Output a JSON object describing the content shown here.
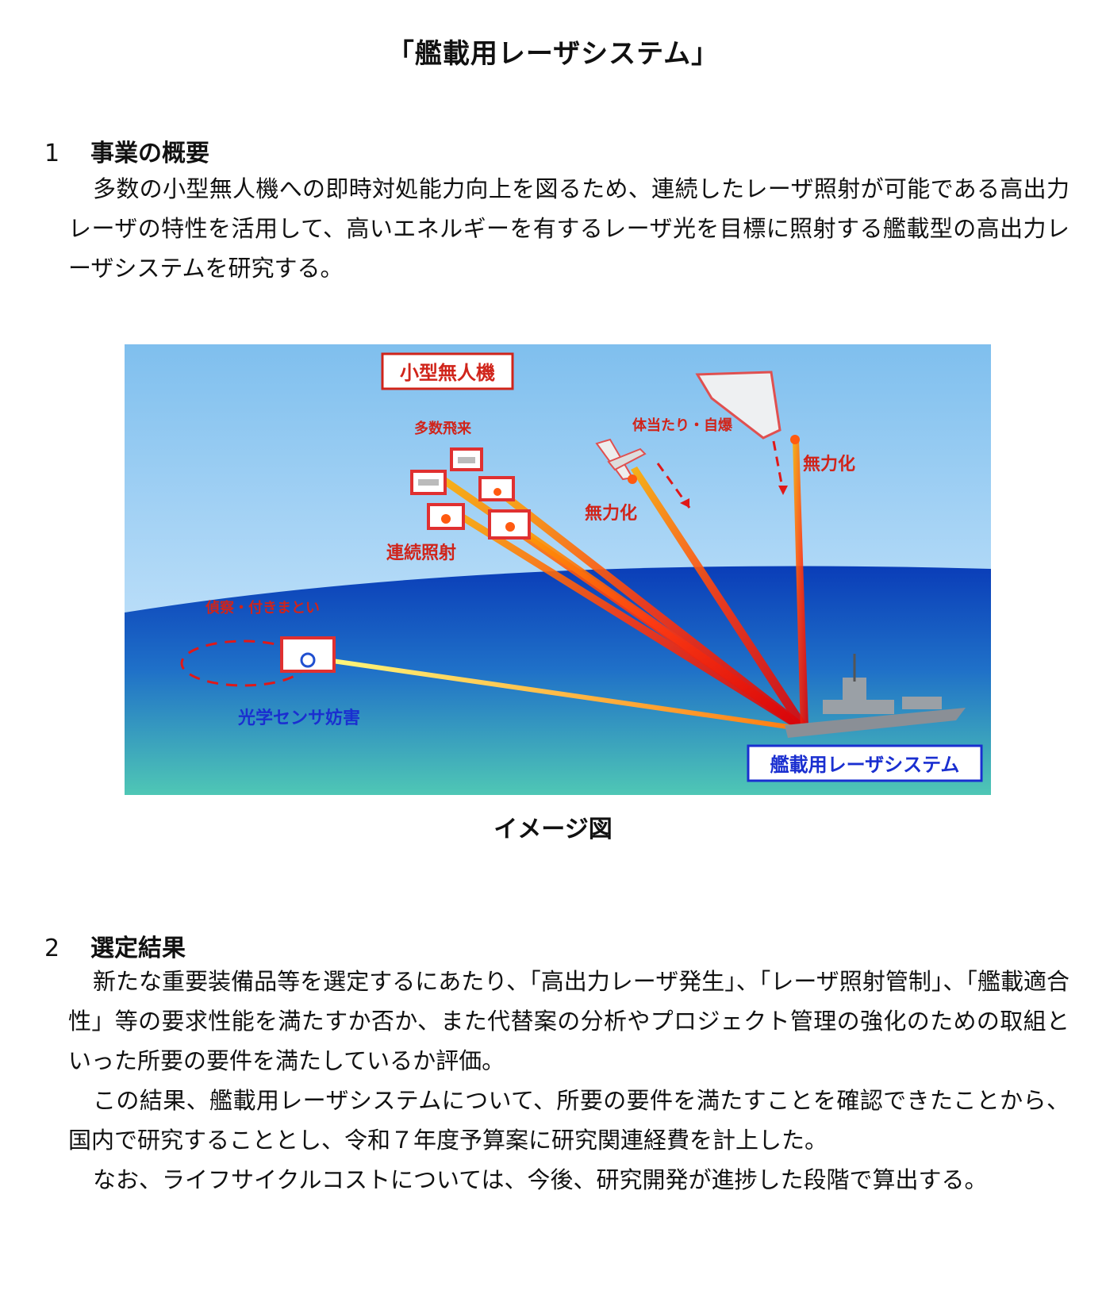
{
  "title": "「艦載用レーザシステム」",
  "section1": {
    "number": "1",
    "heading": "事業の概要",
    "paragraph": "多数の小型無人機への即時対処能力向上を図るため、連続したレーザ照射が可能である高出力レーザの特性を活用して、高いエネルギーを有するレーザ光を目標に照射する艦載型の高出力レーザシステムを研究する。"
  },
  "figure": {
    "labels": {
      "small_uav": "小型無人機",
      "swarm": "多数飛来",
      "continuous": "連続照射",
      "ram_self_destruct": "体当たり・自爆",
      "neutralize_1": "無力化",
      "neutralize_2": "無力化",
      "recon": "偵察・付きまとい",
      "sensor_jamming": "光学センサ妨害",
      "system": "艦載用レーザシステム"
    },
    "colors": {
      "sky_top": "#7fbfee",
      "sea_dark": "#0a3db8",
      "sea_light": "#4fc7b5",
      "laser": "#e8200c",
      "label_red": "#d0241a",
      "label_blue": "#1a2fd0"
    }
  },
  "caption": "イメージ図",
  "section2": {
    "number": "2",
    "heading": "選定結果",
    "paragraphs": [
      "新たな重要装備品等を選定するにあたり、「高出力レーザ発生」、「レーザ照射管制」、「艦載適合性」等の要求性能を満たすか否か、また代替案の分析やプロジェクト管理の強化のための取組といった所要の要件を満たしているか評価。",
      "この結果、艦載用レーザシステムについて、所要の要件を満たすことを確認できたことから、国内で研究することとし、令和７年度予算案に研究関連経費を計上した。",
      "なお、ライフサイクルコストについては、今後、研究開発が進捗した段階で算出する。"
    ]
  }
}
